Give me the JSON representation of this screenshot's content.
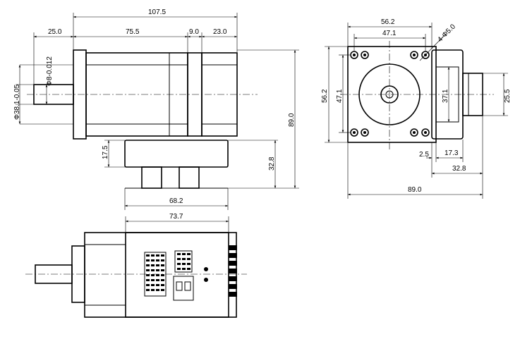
{
  "side_view": {
    "overall_length": "107.5",
    "shaft_length": "25.0",
    "body_section": "75.5",
    "flange_section": "9.0",
    "rear_section": "23.0",
    "shaft_dia": "Φ8-0.012",
    "pilot_dia": "Φ38.1-0.05",
    "overall_height": "89.0",
    "driver_box_height": "17.5",
    "driver_total_height": "32.8",
    "driver_box_length": "68.2"
  },
  "end_view": {
    "flange_width": "56.2",
    "bolt_spacing": "47.1",
    "mount_holes": "4-Φ5.0",
    "flange_height": "56.2",
    "bolt_spacing_vertical": "47.1",
    "box_height": "37.1",
    "connector_width": "25.5",
    "gap": "2.5",
    "box_depth": "17.3",
    "total_depth": "32.8",
    "overall_width": "89.0"
  },
  "top_view": {
    "driver_length": "73.7"
  }
}
